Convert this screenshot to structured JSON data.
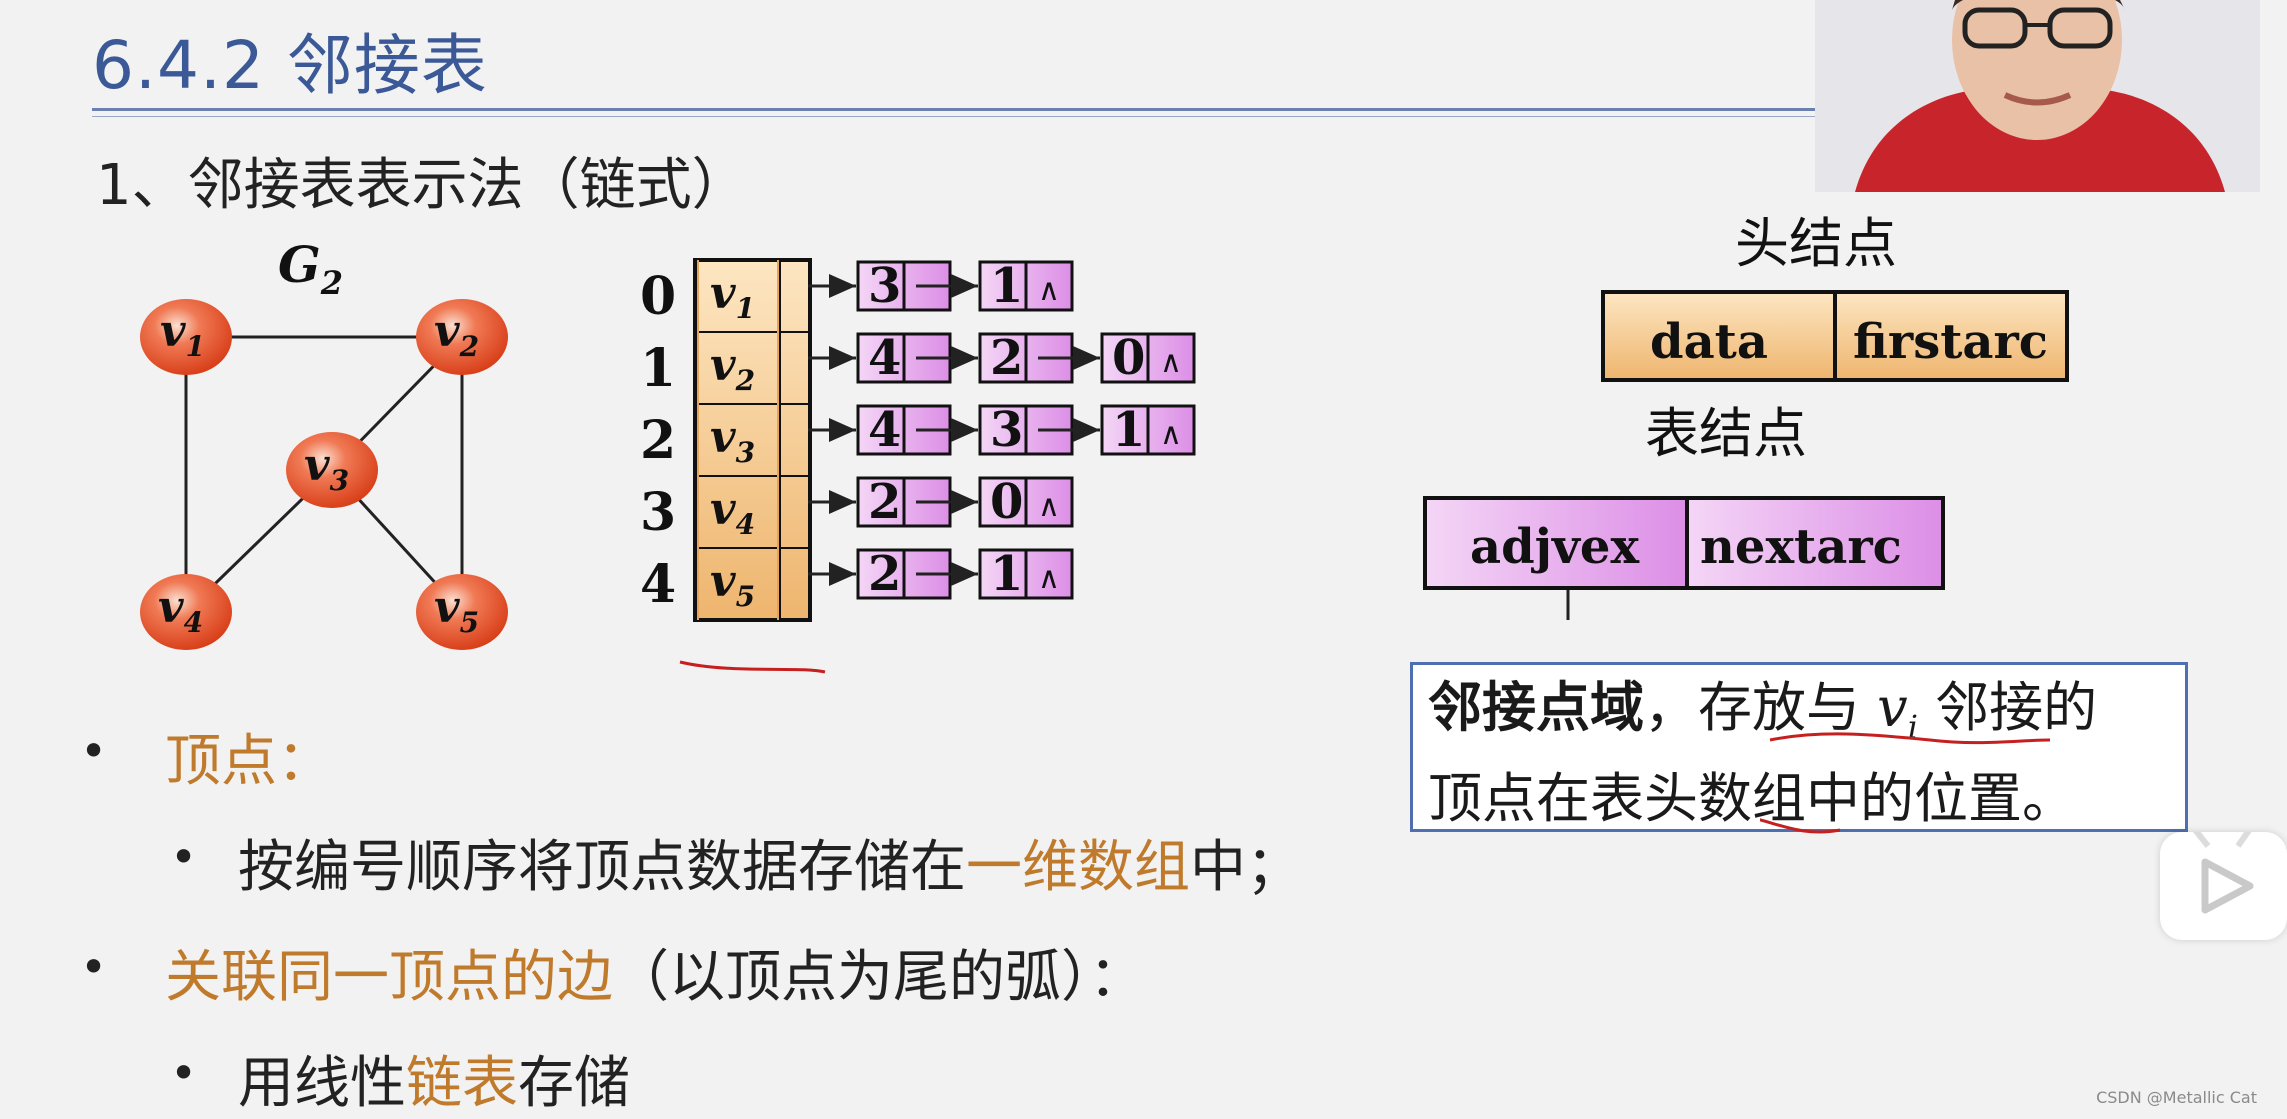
{
  "slide": {
    "title": "6.4.2 邻接表",
    "subtitle": "1、邻接表表示法（链式）"
  },
  "graph": {
    "name": "G",
    "name_sub": "2",
    "vertices": [
      {
        "label": "v",
        "sub": "1"
      },
      {
        "label": "v",
        "sub": "2"
      },
      {
        "label": "v",
        "sub": "3"
      },
      {
        "label": "v",
        "sub": "4"
      },
      {
        "label": "v",
        "sub": "5"
      }
    ]
  },
  "adjacency_list": {
    "rows": [
      {
        "index": "0",
        "vertex": "v",
        "sub": "1",
        "adj": [
          "3",
          "1"
        ]
      },
      {
        "index": "1",
        "vertex": "v",
        "sub": "2",
        "adj": [
          "4",
          "2",
          "0"
        ]
      },
      {
        "index": "2",
        "vertex": "v",
        "sub": "3",
        "adj": [
          "4",
          "3",
          "1"
        ]
      },
      {
        "index": "3",
        "vertex": "v",
        "sub": "4",
        "adj": [
          "2",
          "0"
        ]
      },
      {
        "index": "4",
        "vertex": "v",
        "sub": "5",
        "adj": [
          "2",
          "1"
        ]
      }
    ],
    "null_symbol": "∧"
  },
  "node_structure": {
    "head_label": "头结点",
    "head_fields": [
      "data",
      "firstarc"
    ],
    "table_label": "表结点",
    "table_fields": [
      "adjvex",
      "nextarc"
    ]
  },
  "description": {
    "bold": "邻接点域",
    "text1": "，存放与 ",
    "var": "v",
    "var_sub": "i",
    "text2": " 邻接的",
    "line2": "顶点在表头数组中的位置。"
  },
  "bullets": [
    {
      "level": 1,
      "highlight": "顶点：",
      "rest": ""
    },
    {
      "level": 2,
      "pre": "按编号顺序将顶点数据存储在",
      "highlight": "一维数组",
      "post": "中；"
    },
    {
      "level": 1,
      "highlight": "关联同一顶点的边",
      "rest": "（以顶点为尾的弧）："
    },
    {
      "level": 2,
      "pre": "用线性",
      "highlight": "链表",
      "post": "存储"
    }
  ],
  "watermark": "CSDN @Metallic Cat",
  "colors": {
    "title": "#3b5897",
    "highlight": "#c07a2c",
    "vertex_fill": "#e4522a",
    "head_fill": "#f4c48a",
    "arc_fill": "#e8a8f0"
  }
}
